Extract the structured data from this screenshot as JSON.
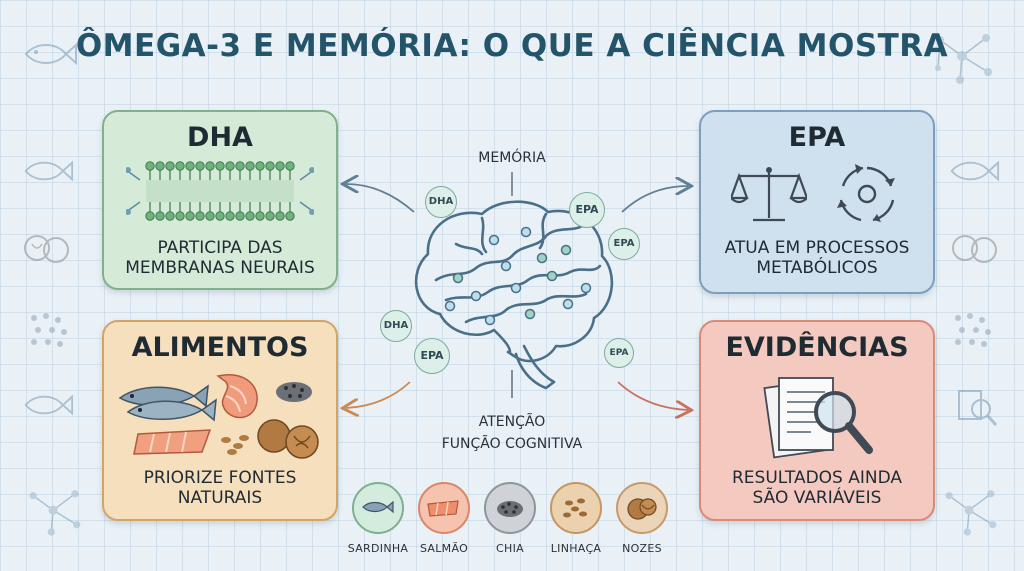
{
  "title": "ÔMEGA-3 E MEMÓRIA: O QUE A CIÊNCIA MOSTRA",
  "cards": {
    "dha": {
      "title": "DHA",
      "lines": [
        "PARTICIPA DAS",
        "MEMBRANAS NEURAIS"
      ],
      "color": "#d6ead8",
      "border": "#7fb18a"
    },
    "epa": {
      "title": "EPA",
      "lines": [
        "ATUA EM PROCESSOS",
        "METABÓLICOS"
      ],
      "color": "#cfe0ef",
      "border": "#7c9fc0"
    },
    "alimentos": {
      "title": "ALIMENTOS",
      "lines": [
        "PRIORIZE FONTES",
        "NATURAIS"
      ],
      "color": "#f6dfbd",
      "border": "#d2a468"
    },
    "evidencias": {
      "title": "EVIDÊNCIAS",
      "lines": [
        "RESULTADOS AINDA",
        "SÃO VARIÁVEIS"
      ],
      "color": "#f4c9bf",
      "border": "#d98a78"
    }
  },
  "brain": {
    "top_label": "MEMÓRIA",
    "bottom_label_1": "ATENÇÃO",
    "bottom_label_2": "FUNÇÃO COGNITIVA",
    "chips": [
      "DHA",
      "EPA",
      "EPA",
      "DHA",
      "EPA",
      "EPA"
    ]
  },
  "foods": [
    {
      "label": "SARDINHA",
      "icon": "sardine-icon",
      "bg": "#d3ecdd",
      "border": "#7fae92"
    },
    {
      "label": "SALMÃO",
      "icon": "salmon-icon",
      "bg": "#f6c3ae",
      "border": "#d8876a"
    },
    {
      "label": "CHIA",
      "icon": "chia-icon",
      "bg": "#cfd2d6",
      "border": "#8f959c"
    },
    {
      "label": "LINHAÇA",
      "icon": "flaxseed-icon",
      "bg": "#ecd1ae",
      "border": "#c39763"
    },
    {
      "label": "NOZES",
      "icon": "walnut-icon",
      "bg": "#ecd4b8",
      "border": "#c69a6c"
    }
  ]
}
